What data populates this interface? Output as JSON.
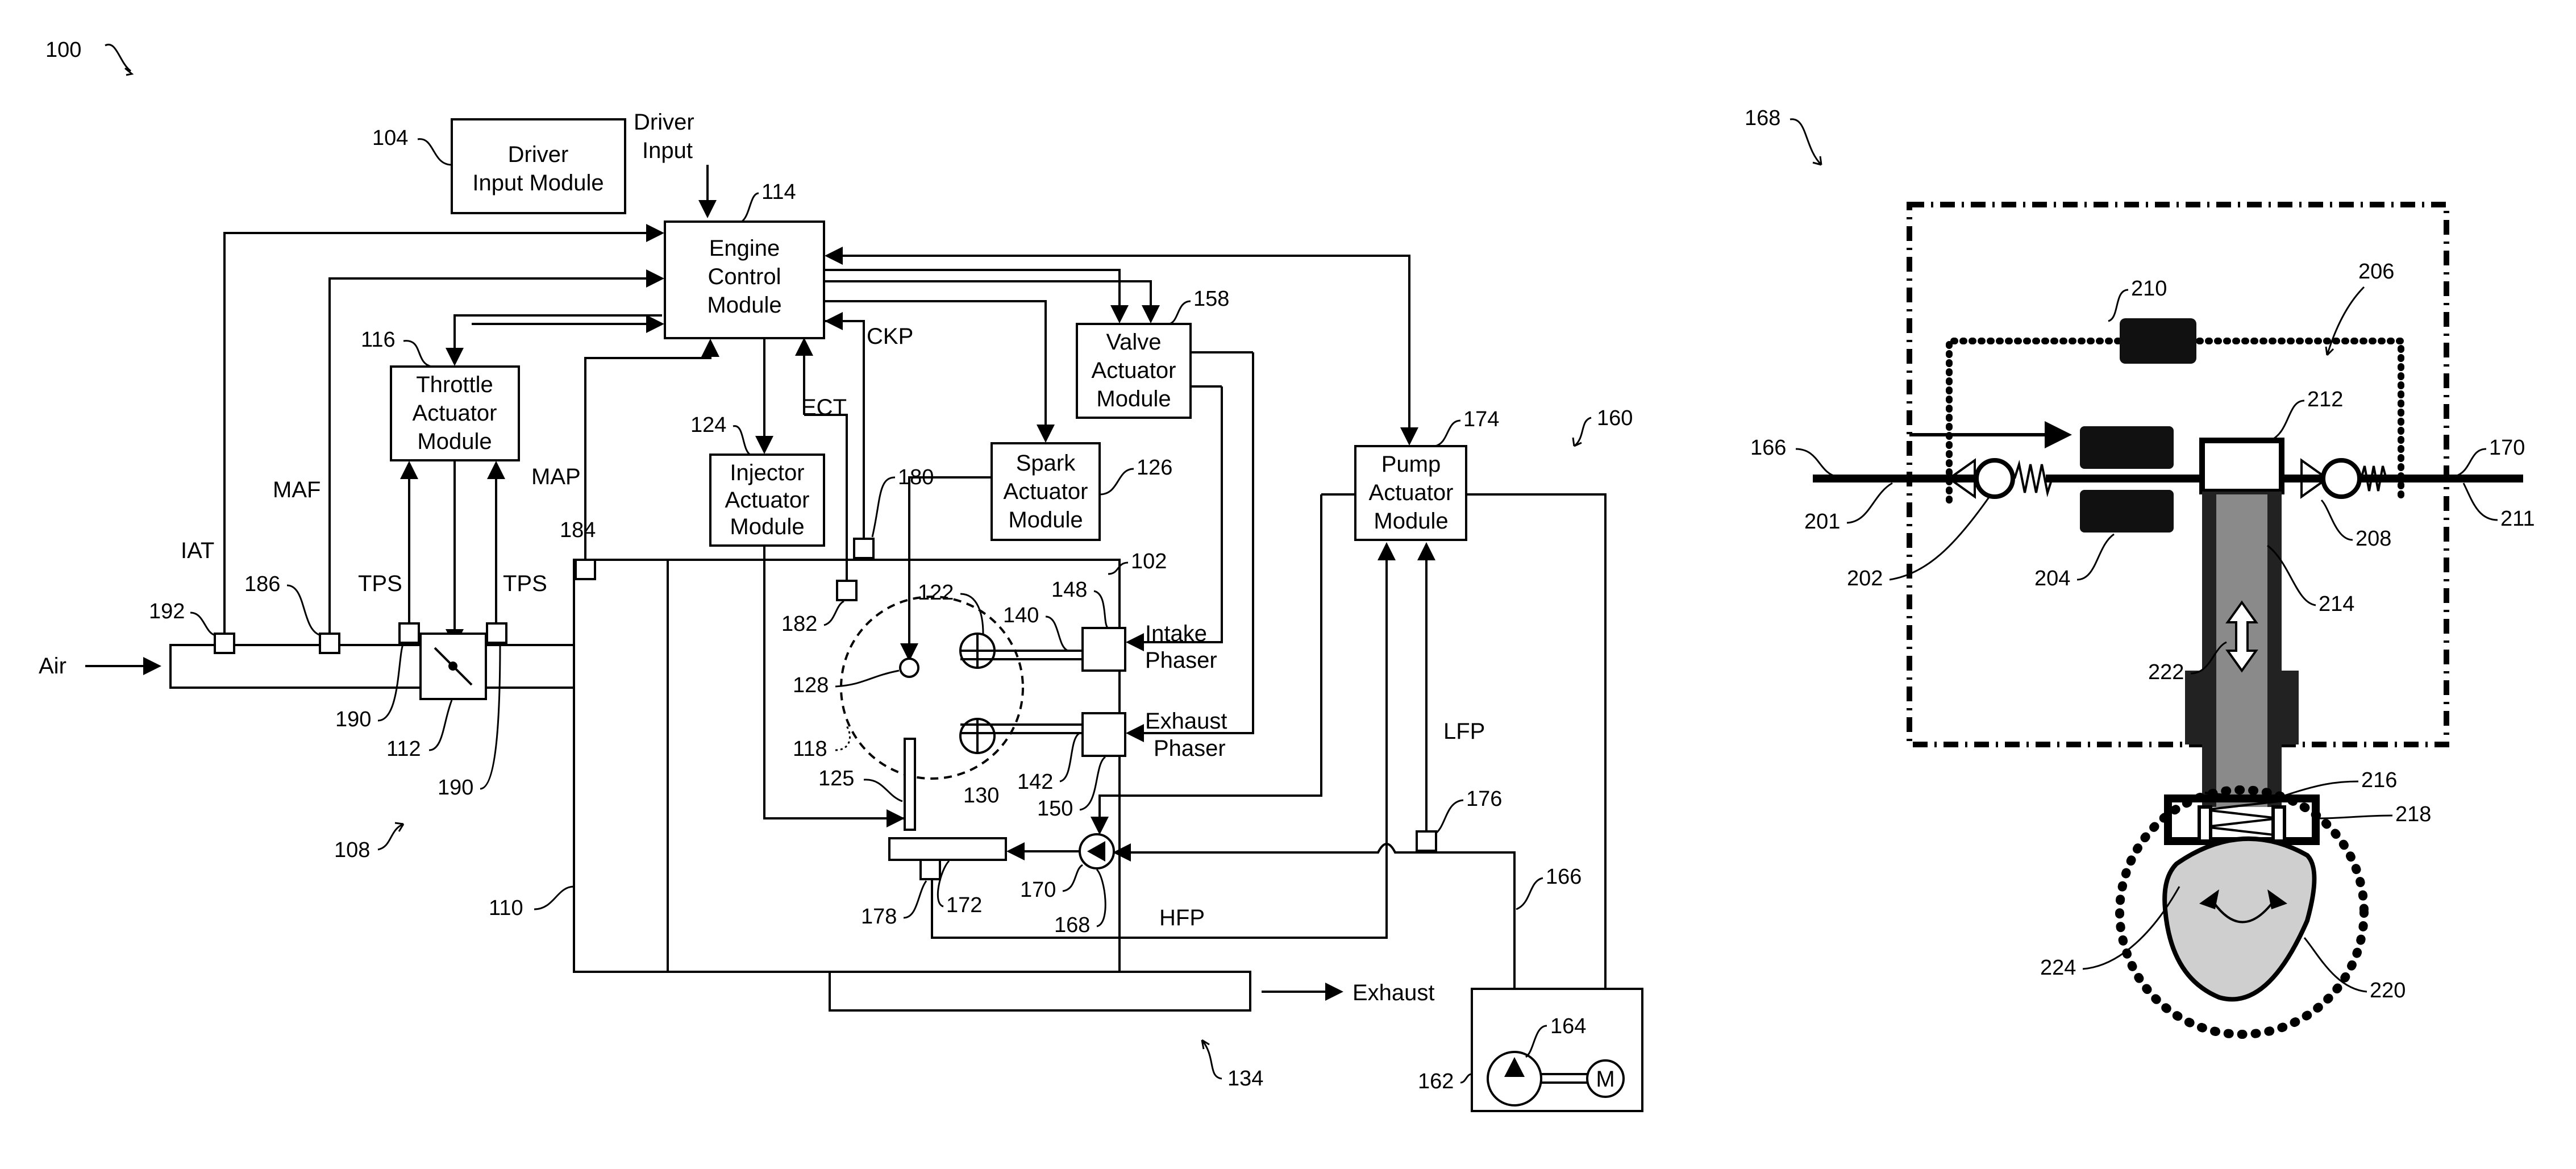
{
  "figure_main": {
    "ref": "100",
    "modules": {
      "driver_input": [
        "Driver",
        "Input Module"
      ],
      "engine_control": [
        "Engine",
        "Control",
        "Module"
      ],
      "throttle_actuator": [
        "Throttle",
        "Actuator",
        "Module"
      ],
      "injector_actuator": [
        "Injector",
        "Actuator",
        "Module"
      ],
      "spark_actuator": [
        "Spark",
        "Actuator",
        "Module"
      ],
      "valve_actuator": [
        "Valve",
        "Actuator",
        "Module"
      ],
      "pump_actuator": [
        "Pump",
        "Actuator",
        "Module"
      ]
    },
    "signals": {
      "driver_input": [
        "Driver",
        "Input"
      ],
      "ckp": "CKP",
      "ect": "ECT",
      "maf": "MAF",
      "map": "MAP",
      "iat": "IAT",
      "tps_left": "TPS",
      "tps_right": "TPS",
      "air": "Air",
      "exhaust": "Exhaust",
      "lfp": "LFP",
      "hfp": "HFP",
      "intake_phaser": [
        "Intake",
        "Phaser"
      ],
      "exhaust_phaser": [
        "Exhaust",
        "Phaser"
      ],
      "motor": "M"
    },
    "refs": {
      "r104": "104",
      "r114": "114",
      "r116": "116",
      "r124": "124",
      "r158": "158",
      "r126": "126",
      "r174": "174",
      "r160": "160",
      "r180": "180",
      "r102": "102",
      "r148": "148",
      "r122": "122",
      "r140": "140",
      "r182": "182",
      "r184": "184",
      "r186": "186",
      "r192": "192",
      "r128": "128",
      "r118": "118",
      "r130": "130",
      "r142": "142",
      "r150": "150",
      "r125": "125",
      "r190a": "190",
      "r190b": "190",
      "r112": "112",
      "r108": "108",
      "r110": "110",
      "r176": "176",
      "r170": "170",
      "r168": "168",
      "r172": "172",
      "r178": "178",
      "r166": "166",
      "r164": "164",
      "r162": "162",
      "r134": "134"
    }
  },
  "figure_detail": {
    "ref": "168",
    "refs": {
      "r210": "210",
      "r206": "206",
      "r212": "212",
      "r166": "166",
      "r170": "170",
      "r201": "201",
      "r208": "208",
      "r211": "211",
      "r202": "202",
      "r204": "204",
      "r214": "214",
      "r222": "222",
      "r216": "216",
      "r218": "218",
      "r224": "224",
      "r220": "220"
    }
  }
}
